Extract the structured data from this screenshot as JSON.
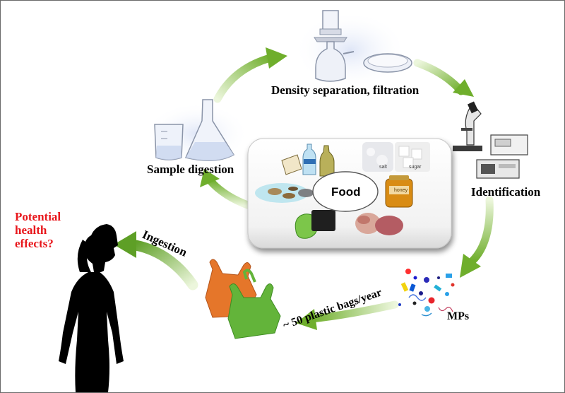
{
  "labels": {
    "density": "Density separation, filtration",
    "digestion": "Sample digestion",
    "identification": "Identification",
    "mps": "MPs",
    "bags": "~ 50 plastic bags/year",
    "ingestion": "Ingestion",
    "food": "Food",
    "health_line1": "Potential",
    "health_line2": "health",
    "health_line3": "effects?",
    "salt": "salt",
    "sugar": "sugar",
    "honey": "honey"
  },
  "colors": {
    "arrow_green": "#7ab82e",
    "arrow_light": "#d6edb0",
    "health_red": "#e8161b",
    "bag_orange": "#e5762a",
    "bag_green": "#63b43a",
    "silhouette": "#000000"
  }
}
